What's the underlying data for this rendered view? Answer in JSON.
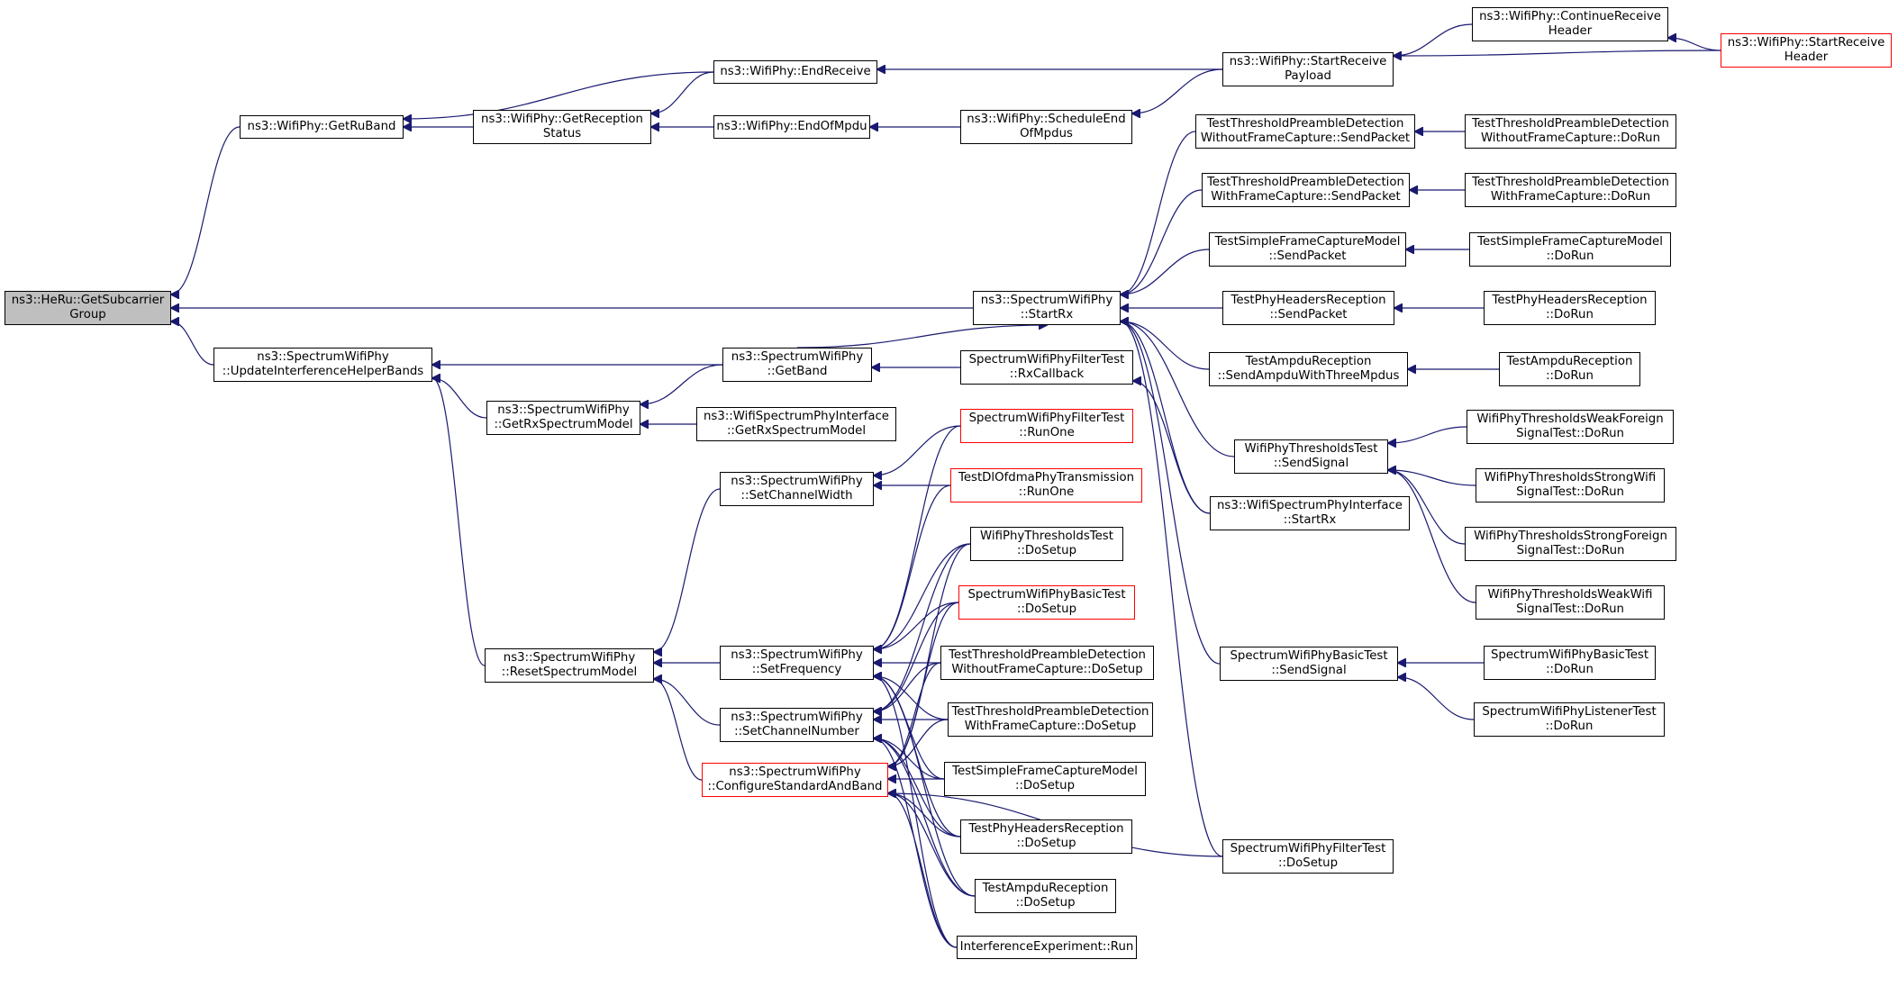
{
  "colors": {
    "edge": "#191970",
    "border": "#000000",
    "red_border": "#ff0000",
    "focus_fill": "#bfbfbf"
  },
  "nodes": {
    "gsg": {
      "lines": [
        "ns3::HeRu::GetSubcarrier",
        "Group"
      ],
      "style": "focus"
    },
    "grb": {
      "lines": [
        "ns3::WifiPhy::GetRuBand"
      ]
    },
    "uihb": {
      "lines": [
        "ns3::SpectrumWifiPhy",
        "::UpdateInterferenceHelperBands"
      ]
    },
    "grs": {
      "lines": [
        "ns3::WifiPhy::GetReception",
        "Status"
      ]
    },
    "er": {
      "lines": [
        "ns3::WifiPhy::EndReceive"
      ]
    },
    "eom": {
      "lines": [
        "ns3::WifiPhy::EndOfMpdu"
      ]
    },
    "seom": {
      "lines": [
        "ns3::WifiPhy::ScheduleEnd",
        "OfMpdus"
      ]
    },
    "srp": {
      "lines": [
        "ns3::WifiPhy::StartReceive",
        "Payload"
      ]
    },
    "crh": {
      "lines": [
        "ns3::WifiPhy::ContinueReceive",
        "Header"
      ]
    },
    "srh": {
      "lines": [
        "ns3::WifiPhy::StartReceive",
        "Header"
      ],
      "style": "red"
    },
    "srx": {
      "lines": [
        "ns3::SpectrumWifiPhy",
        "::StartRx"
      ]
    },
    "gb": {
      "lines": [
        "ns3::SpectrumWifiPhy",
        "::GetBand"
      ]
    },
    "grsm": {
      "lines": [
        "ns3::SpectrumWifiPhy",
        "::GetRxSpectrumModel"
      ]
    },
    "wgrsm": {
      "lines": [
        "ns3::WifiSpectrumPhyInterface",
        "::GetRxSpectrumModel"
      ]
    },
    "rsm": {
      "lines": [
        "ns3::SpectrumWifiPhy",
        "::ResetSpectrumModel"
      ]
    },
    "scw": {
      "lines": [
        "ns3::SpectrumWifiPhy",
        "::SetChannelWidth"
      ]
    },
    "sf": {
      "lines": [
        "ns3::SpectrumWifiPhy",
        "::SetFrequency"
      ]
    },
    "scn": {
      "lines": [
        "ns3::SpectrumWifiPhy",
        "::SetChannelNumber"
      ]
    },
    "csab": {
      "lines": [
        "ns3::SpectrumWifiPhy",
        "::ConfigureStandardAndBand"
      ],
      "style": "red"
    },
    "ftrc": {
      "lines": [
        "SpectrumWifiPhyFilterTest",
        "::RxCallback"
      ]
    },
    "ftro": {
      "lines": [
        "SpectrumWifiPhyFilterTest",
        "::RunOne"
      ],
      "style": "red"
    },
    "dlro": {
      "lines": [
        "TestDlOfdmaPhyTransmission",
        "::RunOne"
      ],
      "style": "red"
    },
    "wtds": {
      "lines": [
        "WifiPhyThresholdsTest",
        "::DoSetup"
      ]
    },
    "bids": {
      "lines": [
        "SpectrumWifiPhyBasicTest",
        "::DoSetup"
      ],
      "style": "red"
    },
    "tpwods": {
      "lines": [
        "TestThresholdPreambleDetection",
        "WithoutFrameCapture::DoSetup"
      ]
    },
    "tpwds": {
      "lines": [
        "TestThresholdPreambleDetection",
        "WithFrameCapture::DoSetup"
      ]
    },
    "sfcds": {
      "lines": [
        "TestSimpleFrameCaptureModel",
        "::DoSetup"
      ]
    },
    "phds": {
      "lines": [
        "TestPhyHeadersReception",
        "::DoSetup"
      ]
    },
    "ards": {
      "lines": [
        "TestAmpduReception",
        "::DoSetup"
      ]
    },
    "ier": {
      "lines": [
        "InterferenceExperiment::Run"
      ]
    },
    "tpwosp": {
      "lines": [
        "TestThresholdPreambleDetection",
        "WithoutFrameCapture::SendPacket"
      ]
    },
    "tpwsp": {
      "lines": [
        "TestThresholdPreambleDetection",
        "WithFrameCapture::SendPacket"
      ]
    },
    "sfcsp": {
      "lines": [
        "TestSimpleFrameCaptureModel",
        "::SendPacket"
      ]
    },
    "phsp": {
      "lines": [
        "TestPhyHeadersReception",
        "::SendPacket"
      ]
    },
    "arsa": {
      "lines": [
        "TestAmpduReception",
        "::SendAmpduWithThreeMpdus"
      ]
    },
    "wtss": {
      "lines": [
        "WifiPhyThresholdsTest",
        "::SendSignal"
      ]
    },
    "wsrx": {
      "lines": [
        "ns3::WifiSpectrumPhyInterface",
        "::StartRx"
      ]
    },
    "bss": {
      "lines": [
        "SpectrumWifiPhyBasicTest",
        "::SendSignal"
      ]
    },
    "ftds": {
      "lines": [
        "SpectrumWifiPhyFilterTest",
        "::DoSetup"
      ]
    },
    "tpwodr": {
      "lines": [
        "TestThresholdPreambleDetection",
        "WithoutFrameCapture::DoRun"
      ]
    },
    "tpwdr": {
      "lines": [
        "TestThresholdPreambleDetection",
        "WithFrameCapture::DoRun"
      ]
    },
    "sfcdr": {
      "lines": [
        "TestSimpleFrameCaptureModel",
        "::DoRun"
      ]
    },
    "phdr": {
      "lines": [
        "TestPhyHeadersReception",
        "::DoRun"
      ]
    },
    "ardr": {
      "lines": [
        "TestAmpduReception",
        "::DoRun"
      ]
    },
    "wfdr": {
      "lines": [
        "WifiPhyThresholdsWeakForeign",
        "SignalTest::DoRun"
      ]
    },
    "swdr": {
      "lines": [
        "WifiPhyThresholdsStrongWifi",
        "SignalTest::DoRun"
      ]
    },
    "sfdr": {
      "lines": [
        "WifiPhyThresholdsStrongForeign",
        "SignalTest::DoRun"
      ]
    },
    "wwdr": {
      "lines": [
        "WifiPhyThresholdsWeakWifi",
        "SignalTest::DoRun"
      ]
    },
    "bdr": {
      "lines": [
        "SpectrumWifiPhyBasicTest",
        "::DoRun"
      ]
    },
    "ltdr": {
      "lines": [
        "SpectrumWifiPhyListenerTest",
        "::DoRun"
      ]
    }
  },
  "edges": [
    [
      "grb",
      "gsg"
    ],
    [
      "uihb",
      "gsg"
    ],
    [
      "srx",
      "gsg"
    ],
    [
      "grs",
      "grb"
    ],
    [
      "er",
      "grb"
    ],
    [
      "er",
      "grs"
    ],
    [
      "eom",
      "grs"
    ],
    [
      "seom",
      "eom"
    ],
    [
      "srp",
      "er"
    ],
    [
      "srp",
      "seom"
    ],
    [
      "crh",
      "srp"
    ],
    [
      "srh",
      "srp"
    ],
    [
      "srh",
      "crh"
    ],
    [
      "gb",
      "uihb"
    ],
    [
      "grsm",
      "uihb"
    ],
    [
      "rsm",
      "uihb"
    ],
    [
      "gb",
      "grsm"
    ],
    [
      "wgrsm",
      "grsm"
    ],
    [
      "gb",
      "srx"
    ],
    [
      "ftrc",
      "gb"
    ],
    [
      "tpwosp",
      "srx"
    ],
    [
      "tpwsp",
      "srx"
    ],
    [
      "sfcsp",
      "srx"
    ],
    [
      "phsp",
      "srx"
    ],
    [
      "arsa",
      "srx"
    ],
    [
      "wtss",
      "srx"
    ],
    [
      "wsrx",
      "srx"
    ],
    [
      "bss",
      "srx"
    ],
    [
      "ftds",
      "srx"
    ],
    [
      "tpwodr",
      "tpwosp"
    ],
    [
      "tpwdr",
      "tpwsp"
    ],
    [
      "sfcdr",
      "sfcsp"
    ],
    [
      "phdr",
      "phsp"
    ],
    [
      "ardr",
      "arsa"
    ],
    [
      "wfdr",
      "wtss"
    ],
    [
      "swdr",
      "wtss"
    ],
    [
      "sfdr",
      "wtss"
    ],
    [
      "wwdr",
      "wtss"
    ],
    [
      "bdr",
      "bss"
    ],
    [
      "ltdr",
      "bss"
    ],
    [
      "wsrx",
      "ftrc"
    ],
    [
      "scw",
      "rsm"
    ],
    [
      "sf",
      "rsm"
    ],
    [
      "scn",
      "rsm"
    ],
    [
      "csab",
      "rsm"
    ],
    [
      "ftro",
      "scw"
    ],
    [
      "dlro",
      "scw"
    ],
    [
      "ftro",
      "sf"
    ],
    [
      "dlro",
      "sf"
    ],
    [
      "wtds",
      "sf"
    ],
    [
      "bids",
      "sf"
    ],
    [
      "tpwods",
      "sf"
    ],
    [
      "tpwds",
      "sf"
    ],
    [
      "sfcds",
      "sf"
    ],
    [
      "phds",
      "sf"
    ],
    [
      "ards",
      "sf"
    ],
    [
      "ier",
      "sf"
    ],
    [
      "wtds",
      "scn"
    ],
    [
      "bids",
      "scn"
    ],
    [
      "tpwods",
      "scn"
    ],
    [
      "tpwds",
      "scn"
    ],
    [
      "sfcds",
      "scn"
    ],
    [
      "phds",
      "scn"
    ],
    [
      "ards",
      "scn"
    ],
    [
      "ier",
      "scn"
    ],
    [
      "wtds",
      "csab"
    ],
    [
      "bids",
      "csab"
    ],
    [
      "tpwods",
      "csab"
    ],
    [
      "tpwds",
      "csab"
    ],
    [
      "sfcds",
      "csab"
    ],
    [
      "phds",
      "csab"
    ],
    [
      "ards",
      "csab"
    ],
    [
      "ier",
      "csab"
    ],
    [
      "ftds",
      "csab"
    ]
  ]
}
